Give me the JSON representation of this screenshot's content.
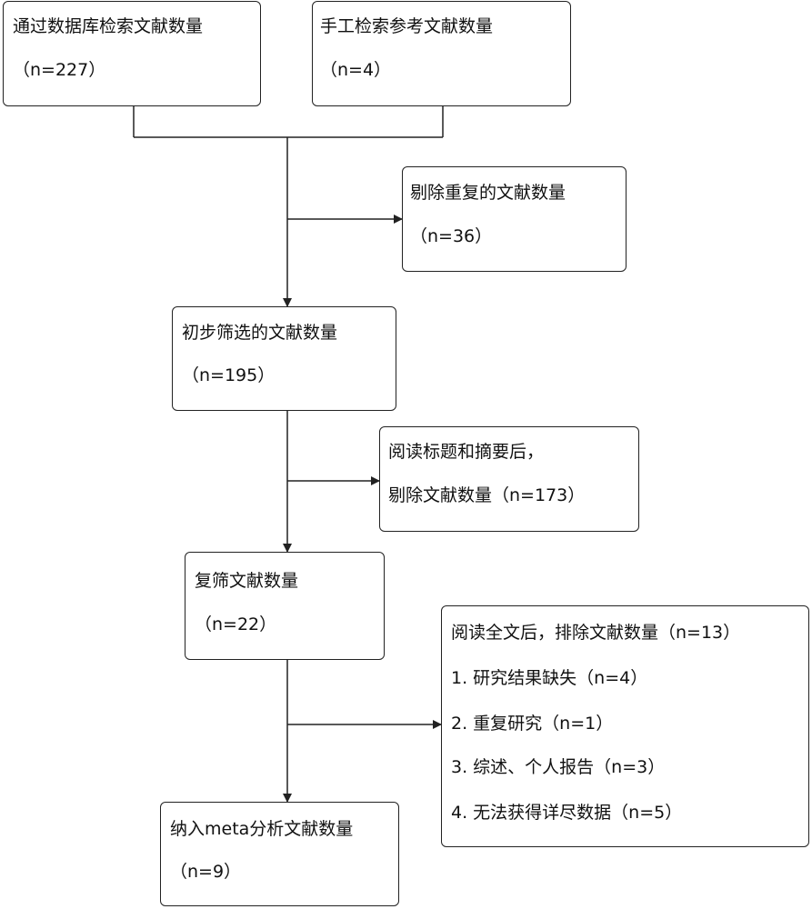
{
  "flowchart": {
    "db_search": {
      "title": "通过数据库检索文献数量",
      "count": "（n=227）"
    },
    "manual_search": {
      "title": "手工检索参考文献数量",
      "count": "（n=4）"
    },
    "duplicates_removed": {
      "title": "剔除重复的文献数量",
      "count": "（n=36）"
    },
    "initial_screen": {
      "title": "初步筛选的文献数量",
      "count": "（n=195）"
    },
    "title_abstract_excluded": {
      "line1": "阅读标题和摘要后，",
      "line2": "剔除文献数量（n=173）"
    },
    "rescreen": {
      "title": "复筛文献数量",
      "count": "（n=22）"
    },
    "fulltext_excluded": {
      "title": "阅读全文后，排除文献数量（n=13）",
      "reasons": [
        "1. 研究结果缺失（n=4）",
        "2. 重复研究（n=1）",
        "3. 综述、个人报告（n=3）",
        "4. 无法获得详尽数据（n=5）"
      ]
    },
    "included": {
      "title": "纳入meta分析文献数量",
      "count": "（n=9）"
    }
  }
}
